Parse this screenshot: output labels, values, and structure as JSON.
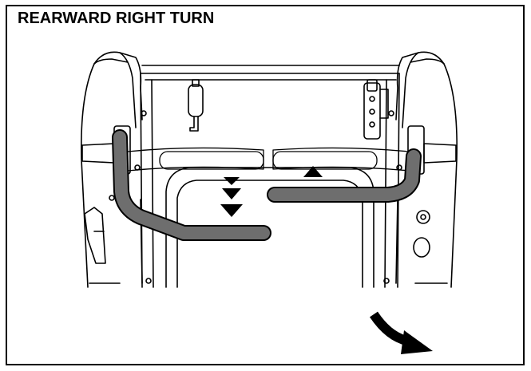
{
  "header": {
    "title": "REARWARD RIGHT TURN"
  },
  "colors": {
    "outline": "#000000",
    "background": "#ffffff",
    "lever_active": "#6e6e6e",
    "lever_neutral": "#ffffff"
  },
  "illustration": {
    "subject": "mower-seat-and-steering-levers",
    "left_lever": "pulled-rearward",
    "right_lever": "pushed-forward",
    "left_arrow_icon": "triple-down-arrow-icon",
    "right_arrow_icon": "up-arrow-icon",
    "turn_arrow_icon": "curved-right-turn-arrow-icon"
  }
}
